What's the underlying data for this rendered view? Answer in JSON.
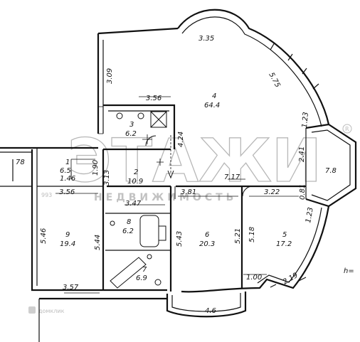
{
  "watermark": {
    "main": "ЭТАЖИ",
    "sub": "НЕДВИЖИМОСТЬ",
    "phone": "993",
    "source": "домклик",
    "height_note": "h="
  },
  "rooms": [
    {
      "num": "1",
      "area": "6.5",
      "extra": "1.46"
    },
    {
      "num": "2",
      "area": "10.9"
    },
    {
      "num": "3",
      "area": "6.2"
    },
    {
      "num": "4",
      "area": "64.4"
    },
    {
      "num": "5",
      "area": "17.2"
    },
    {
      "num": "6",
      "area": "20.3"
    },
    {
      "num": "7",
      "area": "6.9"
    },
    {
      "num": "8",
      "area": "6.2"
    },
    {
      "num": "9",
      "area": "19.4"
    },
    {
      "num": "",
      "area": "7.8"
    }
  ],
  "dimensions": [
    "3.35",
    "3.09",
    "3.56",
    "5.75",
    "1.23",
    "2.41",
    "4.24",
    "1.90",
    "3.13",
    "7.17",
    "0.81",
    "3.81",
    "3.22",
    "3.56",
    "3.47",
    "1.23",
    "5.46",
    "5.44",
    "5.43",
    "5.21",
    "5.18",
    "2.19",
    "1.00",
    "3.57",
    "4.6",
    "78"
  ]
}
